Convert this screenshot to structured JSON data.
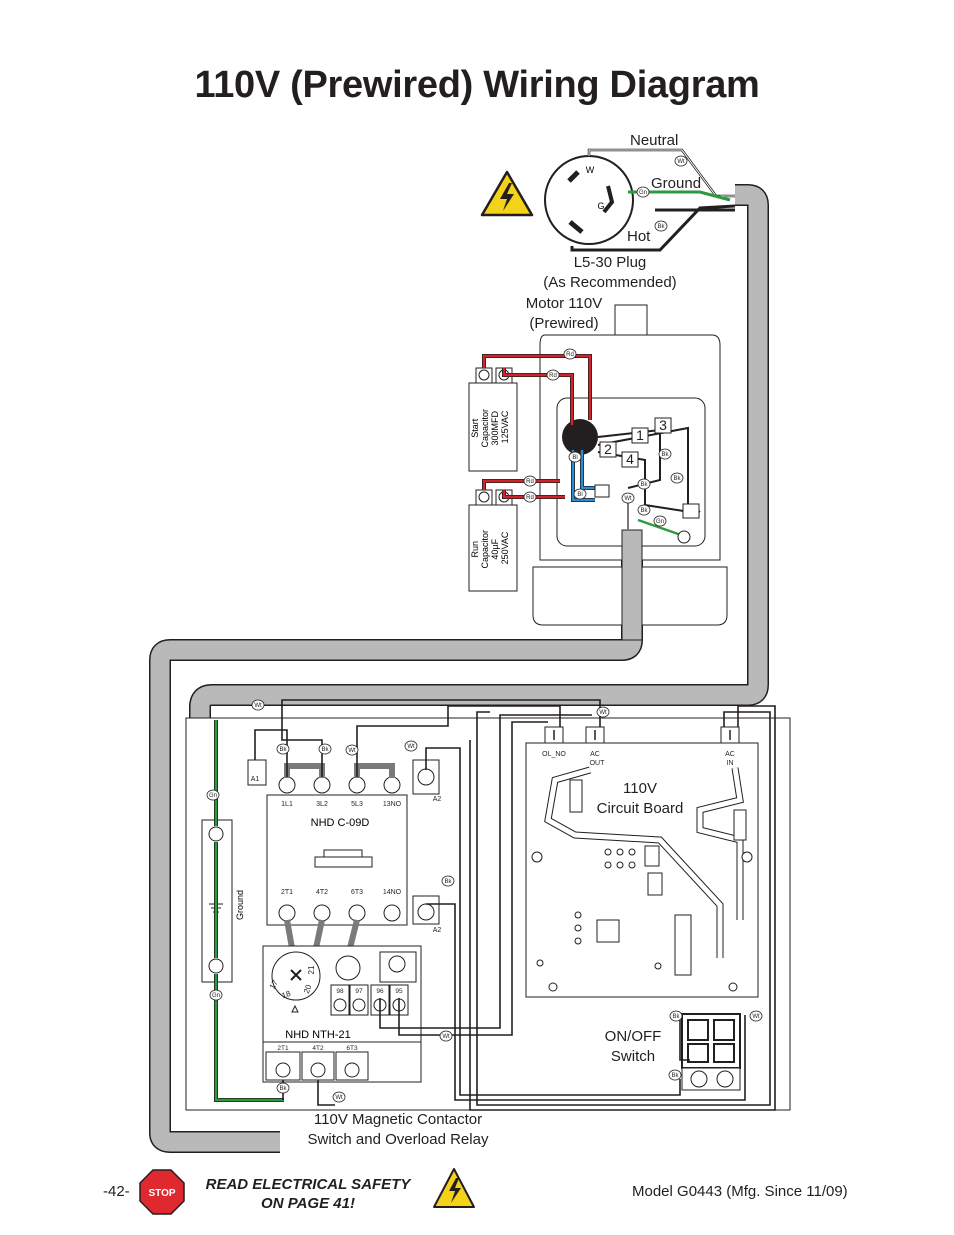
{
  "title": "110V (Prewired) Wiring Diagram",
  "labels": {
    "neutral": "Neutral",
    "ground": "Ground",
    "hot": "Hot",
    "plug_w": "W",
    "plug_g": "G",
    "plug_line1": "L5-30 Plug",
    "plug_line2": "(As Recommended)",
    "motor_line1": "Motor 110V",
    "motor_line2": "(Prewired)",
    "start_cap": [
      "Start",
      "Capacitor",
      "300MFD",
      "125VAC"
    ],
    "run_cap": [
      "Run",
      "Capacitor",
      "40µF",
      "250VAC"
    ],
    "motor_terminals": [
      "3",
      "1",
      "2",
      "4"
    ],
    "circuit_board_line1": "110V",
    "circuit_board_line2": "Circuit Board",
    "board_terminals": {
      "ol_no": "OL_NO",
      "ac_out_1": "AC",
      "ac_out_2": "OUT",
      "ac_in_1": "AC",
      "ac_in_2": "IN"
    },
    "contactor_model": "NHD C-09D",
    "contactor_top": [
      "1L1",
      "3L2",
      "5L3",
      "13NO"
    ],
    "contactor_bottom": [
      "2T1",
      "4T2",
      "6T3",
      "14NO"
    ],
    "contactor_a1": "A1",
    "contactor_a2": "A2",
    "ground_bar": "Ground",
    "overload_model": "NHD NTH-21",
    "overload_dial": [
      "17",
      "18",
      "20",
      "21"
    ],
    "overload_aux": [
      "98",
      "97",
      "96",
      "95"
    ],
    "overload_bottom": [
      "2T1",
      "4T2",
      "6T3"
    ],
    "onoff_line1": "ON/OFF",
    "onoff_line2": "Switch",
    "contactor_caption_line1": "110V Magnetic Contactor",
    "contactor_caption_line2": "Switch and Overload Relay"
  },
  "wire_tags": {
    "white": "Wt",
    "green": "Gn",
    "black": "Bk",
    "red": "Rd",
    "blue": "Bl"
  },
  "colors": {
    "red_wire": "#d2232a",
    "green_wire": "#2e9a3e",
    "blue_wire": "#2a8fd0",
    "black_wire": "#231f20",
    "conduit": "#b9b9b9",
    "warning_yellow": "#f5d21a",
    "stop_red": "#e0282f"
  },
  "footer": {
    "page_number": "-42-",
    "stop_text": "STOP",
    "safety_line1": "READ ELECTRICAL SAFETY",
    "safety_line2": "ON PAGE 41!",
    "model": "Model G0443 (Mfg. Since 11/09)"
  }
}
